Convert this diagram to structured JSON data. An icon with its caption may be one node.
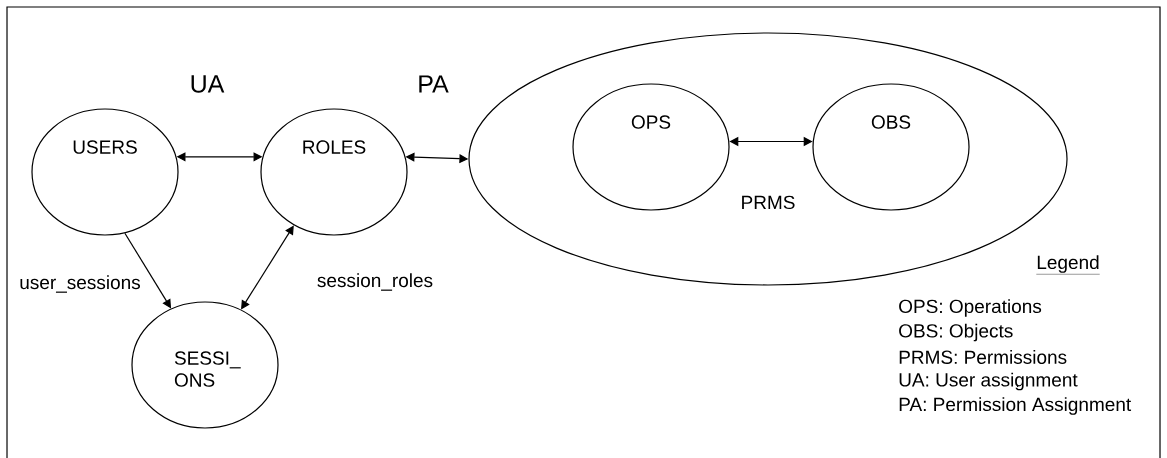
{
  "diagram": {
    "nodes": [
      {
        "text": [
          "USERS"
        ]
      },
      {
        "text": [
          "ROLES"
        ]
      },
      {
        "text": [
          "SESSI_ ONS"
        ]
      },
      {
        "text": [
          "PRMS"
        ]
      },
      {
        "text": [
          "OPS"
        ],
        "in": 3
      },
      {
        "text": [
          "OBS"
        ],
        "in": 3
      }
    ],
    "edges": [
      {
        "from": 0,
        "to": 1,
        "arrow": "both",
        "label": "UA"
      },
      {
        "from": 1,
        "to": 3,
        "arrow": "both",
        "label": "PA"
      },
      {
        "from": 0,
        "to": 2,
        "arrow": "to",
        "label": "user_sessions"
      },
      {
        "from": 2,
        "to": 1,
        "arrow": "both",
        "label": "session_roles"
      },
      {
        "from": 4,
        "to": 5,
        "arrow": "both"
      }
    ],
    "labels": [
      "Legend",
      "OPS: Operations",
      "OBS: Objects",
      "PRMS: Permissions",
      "UA: User assignment",
      "PA: Permission Assignment"
    ]
  }
}
